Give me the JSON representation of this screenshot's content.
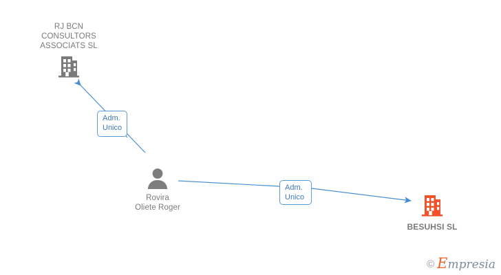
{
  "graph": {
    "title": "Company relationship diagram",
    "colors": {
      "company_gray": "#7a7a7a",
      "company_red": "#f2522b",
      "person_gray": "#7d7d7d",
      "edge_blue": "#4a8fd4",
      "label_border": "#5b9bd5",
      "label_text": "#3d77b8",
      "background": "#ffffff"
    },
    "nodes": [
      {
        "id": "company-rjbcn",
        "type": "company",
        "icon": "building-icon",
        "icon_color": "#7a7a7a",
        "label_lines": [
          "RJ BCN",
          "CONSULTORS",
          "ASSOCIATS SL"
        ],
        "label": "RJ BCN\nCONSULTORS\nASSOCIATS SL",
        "label_position": "above",
        "bold": false
      },
      {
        "id": "person-rovira",
        "type": "person",
        "icon": "person-icon",
        "icon_color": "#7d7d7d",
        "label_lines": [
          "Rovira",
          "Oliete Roger"
        ],
        "label": "Rovira\nOliete Roger",
        "label_position": "below",
        "bold": false
      },
      {
        "id": "company-besuhsi",
        "type": "company",
        "icon": "building-icon",
        "icon_color": "#f2522b",
        "label_lines": [
          "BESUHSI SL"
        ],
        "label": "BESUHSI SL",
        "label_position": "below",
        "bold": true
      }
    ],
    "edges": [
      {
        "id": "edge-1",
        "from": "person-rovira",
        "to": "company-rjbcn",
        "label_lines": [
          "Adm.",
          "Unico"
        ],
        "label": "Adm.\nUnico",
        "direction": "up-left",
        "arrowhead": true
      },
      {
        "id": "edge-2",
        "from": "person-rovira",
        "to": "company-besuhsi",
        "label_lines": [
          "Adm.",
          "Unico"
        ],
        "label": "Adm.\nUnico",
        "direction": "right",
        "arrowhead": true
      }
    ]
  },
  "watermark": {
    "copyright": "©",
    "brand_initial": "E",
    "brand_rest": "mpresia",
    "brand": "Empresia"
  }
}
